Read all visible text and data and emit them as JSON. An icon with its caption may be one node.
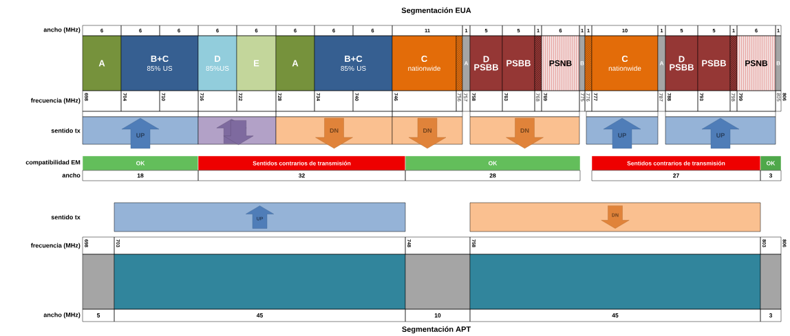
{
  "diagram": {
    "title": "Segmentación EUA",
    "caption": "Segmentación APT",
    "nodes": [
      {
        "text": [
          "A"
        ]
      },
      {
        "text": [
          "B+C",
          "85% US"
        ]
      },
      {
        "text": [
          "D",
          "85%US"
        ]
      },
      {
        "text": [
          "E"
        ]
      },
      {
        "text": [
          "A"
        ]
      },
      {
        "text": [
          "B+C",
          "85% US"
        ]
      },
      {
        "text": [
          "C",
          "nationwide"
        ]
      },
      {
        "text": [],
        "shape": "box"
      },
      {
        "text": [
          "A"
        ]
      },
      {
        "text": [
          "D PSBB"
        ]
      },
      {
        "text": [
          "PSBB"
        ]
      },
      {
        "text": [],
        "shape": "box"
      },
      {
        "text": [
          "PSNB"
        ]
      },
      {
        "text": [
          "B"
        ]
      },
      {
        "text": [],
        "shape": "box"
      },
      {
        "text": [
          "C",
          "nationwide"
        ]
      },
      {
        "text": [
          "A"
        ]
      },
      {
        "text": [
          "D PSBB"
        ]
      },
      {
        "text": [
          "PSBB"
        ]
      },
      {
        "text": [],
        "shape": "box"
      },
      {
        "text": [
          "PSNB"
        ]
      },
      {
        "text": [
          "B"
        ]
      },
      {
        "text": [],
        "shape": "box"
      },
      {
        "text": [
          "UP"
        ],
        "in": 22
      },
      {
        "text": [],
        "shape": "box"
      },
      {
        "text": [],
        "shape": "arrow",
        "in": 24
      },
      {
        "text": [],
        "shape": "arrow",
        "in": 24
      },
      {
        "text": [],
        "shape": "box"
      },
      {
        "text": [
          "DN"
        ],
        "in": 27
      },
      {
        "text": [],
        "shape": "box"
      },
      {
        "text": [
          "DN"
        ],
        "in": 29
      },
      {
        "text": [],
        "shape": "box"
      },
      {
        "text": [
          "DN"
        ],
        "in": 31
      },
      {
        "text": [],
        "shape": "box"
      },
      {
        "text": [
          "UP"
        ],
        "in": 33
      },
      {
        "text": [],
        "shape": "box"
      },
      {
        "text": [
          "UP"
        ],
        "in": 35
      },
      {
        "text": [
          "OK"
        ]
      },
      {
        "text": [
          "Sentidos contrarios de transmisión"
        ]
      },
      {
        "text": [
          "OK"
        ]
      },
      {
        "text": [
          "Sentidos contrarios de transmisión"
        ]
      },
      {
        "text": [
          "OK"
        ]
      },
      {
        "text": [],
        "shape": "box"
      },
      {
        "text": [
          "UP"
        ],
        "in": 42
      },
      {
        "text": [],
        "shape": "box"
      },
      {
        "text": [
          "DN"
        ],
        "in": 44
      },
      {
        "text": [],
        "shape": "box"
      },
      {
        "text": [],
        "shape": "box"
      },
      {
        "text": [],
        "shape": "box"
      },
      {
        "text": [],
        "shape": "box"
      },
      {
        "text": [],
        "shape": "box"
      }
    ],
    "labels": [
      "ancho (MHz)",
      "6",
      "6",
      "6",
      "6",
      "6",
      "6",
      "6",
      "6",
      "11",
      "1",
      "5",
      "5",
      "1",
      "6",
      "1",
      "1",
      "10",
      "1",
      "5",
      "5",
      "1",
      "6",
      "1",
      "frecuencia (MHz)",
      "698",
      "704",
      "710",
      "716",
      "722",
      "728",
      "734",
      "740",
      "746",
      "756",
      "757",
      "758",
      "763",
      "768",
      "769",
      "775",
      "776",
      "777",
      "787",
      "788",
      "793",
      "798",
      "799",
      "805",
      "806",
      "sentido tx",
      "compatibilidad EM",
      "ancho",
      "18",
      "32",
      "28",
      "27",
      "3",
      "sentido tx",
      "frecuencia (MHz)",
      "698",
      "703",
      "748",
      "758",
      "803",
      "806",
      "ancho (MHz)",
      "5",
      "45",
      "10",
      "45",
      "3"
    ]
  }
}
